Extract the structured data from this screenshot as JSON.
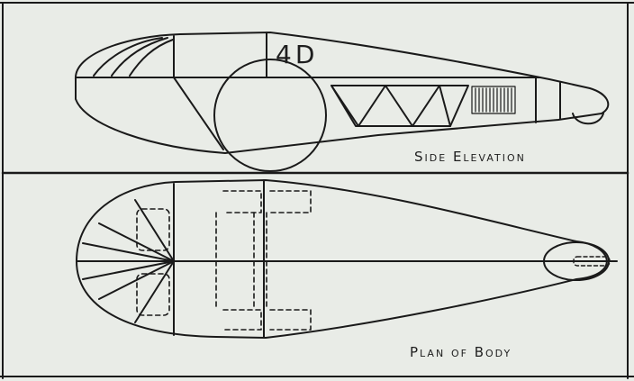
{
  "drawing": {
    "model_label": "4D",
    "side_view_caption": "Side Elevation",
    "plan_view_caption": "Plan of Body"
  }
}
